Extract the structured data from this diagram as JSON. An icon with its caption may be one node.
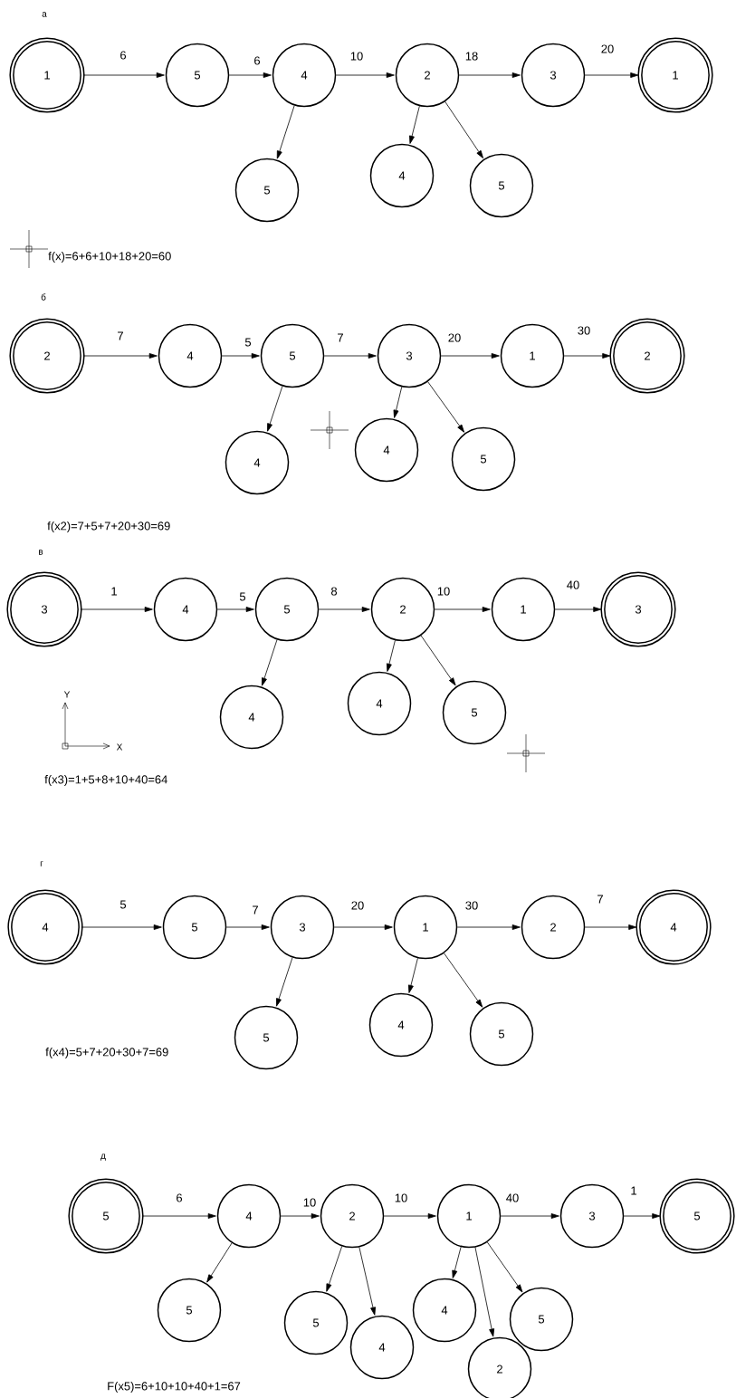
{
  "diagram": {
    "nodes": [
      {
        "text": [
          "1"
        ]
      },
      {
        "text": [
          "5"
        ]
      },
      {
        "text": [
          "4"
        ]
      },
      {
        "text": [
          "2"
        ]
      },
      {
        "text": [
          "3"
        ]
      },
      {
        "text": [
          "1"
        ]
      },
      {
        "text": [
          "5"
        ]
      },
      {
        "text": [
          "4"
        ]
      },
      {
        "text": [
          "5"
        ]
      },
      {
        "text": [
          "2"
        ]
      },
      {
        "text": [
          "4"
        ]
      },
      {
        "text": [
          "5"
        ]
      },
      {
        "text": [
          "3"
        ]
      },
      {
        "text": [
          "1"
        ]
      },
      {
        "text": [
          "2"
        ]
      },
      {
        "text": [
          "4"
        ]
      },
      {
        "text": [
          "4"
        ]
      },
      {
        "text": [
          "5"
        ]
      },
      {
        "text": [
          "3"
        ]
      },
      {
        "text": [
          "4"
        ]
      },
      {
        "text": [
          "5"
        ]
      },
      {
        "text": [
          "2"
        ]
      },
      {
        "text": [
          "1"
        ]
      },
      {
        "text": [
          "3"
        ]
      },
      {
        "text": [
          "4"
        ]
      },
      {
        "text": [
          "4"
        ]
      },
      {
        "text": [
          "5"
        ]
      },
      {
        "text": [
          "4"
        ]
      },
      {
        "text": [
          "5"
        ]
      },
      {
        "text": [
          "3"
        ]
      },
      {
        "text": [
          "1"
        ]
      },
      {
        "text": [
          "2"
        ]
      },
      {
        "text": [
          "4"
        ]
      },
      {
        "text": [
          "5"
        ]
      },
      {
        "text": [
          "4"
        ]
      },
      {
        "text": [
          "5"
        ]
      },
      {
        "text": [
          "5"
        ]
      },
      {
        "text": [
          "4"
        ]
      },
      {
        "text": [
          "2"
        ]
      },
      {
        "text": [
          "1"
        ]
      },
      {
        "text": [
          "3"
        ]
      },
      {
        "text": [
          "5"
        ]
      },
      {
        "text": [
          "5"
        ]
      },
      {
        "text": [
          "5"
        ]
      },
      {
        "text": [
          "4"
        ]
      },
      {
        "text": [
          "4"
        ]
      },
      {
        "text": [
          "2"
        ]
      },
      {
        "text": [
          "5"
        ]
      }
    ],
    "edges": [
      {
        "from": 0,
        "to": 1,
        "arrow": "to",
        "label": "6"
      },
      {
        "from": 1,
        "to": 2,
        "arrow": "to",
        "label": "6"
      },
      {
        "from": 2,
        "to": 3,
        "arrow": "to",
        "label": "10"
      },
      {
        "from": 3,
        "to": 4,
        "arrow": "to",
        "label": "18"
      },
      {
        "from": 4,
        "to": 5,
        "arrow": "to",
        "label": "20"
      },
      {
        "from": 2,
        "to": 6,
        "arrow": "to"
      },
      {
        "from": 3,
        "to": 7,
        "arrow": "to"
      },
      {
        "from": 3,
        "to": 8,
        "arrow": "to"
      },
      {
        "from": 9,
        "to": 10,
        "arrow": "to",
        "label": "7"
      },
      {
        "from": 10,
        "to": 11,
        "arrow": "to",
        "label": "5"
      },
      {
        "from": 11,
        "to": 12,
        "arrow": "to",
        "label": "7"
      },
      {
        "from": 12,
        "to": 13,
        "arrow": "to",
        "label": "20"
      },
      {
        "from": 13,
        "to": 14,
        "arrow": "to",
        "label": "30"
      },
      {
        "from": 11,
        "to": 15,
        "arrow": "to"
      },
      {
        "from": 12,
        "to": 16,
        "arrow": "to"
      },
      {
        "from": 12,
        "to": 17,
        "arrow": "to"
      },
      {
        "from": 18,
        "to": 19,
        "arrow": "to",
        "label": "1"
      },
      {
        "from": 19,
        "to": 20,
        "arrow": "to",
        "label": "5"
      },
      {
        "from": 20,
        "to": 21,
        "arrow": "to",
        "label": "8"
      },
      {
        "from": 21,
        "to": 22,
        "arrow": "to",
        "label": "10"
      },
      {
        "from": 22,
        "to": 23,
        "arrow": "to",
        "label": "40"
      },
      {
        "from": 20,
        "to": 24,
        "arrow": "to"
      },
      {
        "from": 21,
        "to": 25,
        "arrow": "to"
      },
      {
        "from": 21,
        "to": 26,
        "arrow": "to"
      },
      {
        "from": 27,
        "to": 28,
        "arrow": "to",
        "label": "5"
      },
      {
        "from": 28,
        "to": 29,
        "arrow": "to",
        "label": "7"
      },
      {
        "from": 29,
        "to": 30,
        "arrow": "to",
        "label": "20"
      },
      {
        "from": 30,
        "to": 31,
        "arrow": "to",
        "label": "30"
      },
      {
        "from": 31,
        "to": 32,
        "arrow": "to",
        "label": "7"
      },
      {
        "from": 29,
        "to": 33,
        "arrow": "to"
      },
      {
        "from": 30,
        "to": 34,
        "arrow": "to"
      },
      {
        "from": 30,
        "to": 35,
        "arrow": "to"
      },
      {
        "from": 36,
        "to": 37,
        "arrow": "to",
        "label": "6"
      },
      {
        "from": 37,
        "to": 38,
        "arrow": "to",
        "label": "10"
      },
      {
        "from": 38,
        "to": 39,
        "arrow": "to",
        "label": "10"
      },
      {
        "from": 39,
        "to": 40,
        "arrow": "to",
        "label": "40"
      },
      {
        "from": 40,
        "to": 41,
        "arrow": "to",
        "label": "1"
      },
      {
        "from": 37,
        "to": 42,
        "arrow": "to"
      },
      {
        "from": 38,
        "to": 43,
        "arrow": "to"
      },
      {
        "from": 38,
        "to": 44,
        "arrow": "to"
      },
      {
        "from": 39,
        "to": 45,
        "arrow": "to"
      },
      {
        "from": 39,
        "to": 46,
        "arrow": "to"
      },
      {
        "from": 39,
        "to": 47,
        "arrow": "to"
      }
    ],
    "labels": [
      "а",
      "f(x)=6+6+10+18+20=60",
      "б",
      "f(x2)=7+5+7+20+30=69",
      "в",
      "Y",
      "X",
      "f(x3)=1+5+8+10+40=64",
      "г",
      "f(x4)=5+7+20+30+7=69",
      "д",
      "F(x5)=6+10+10+40+1=67"
    ]
  }
}
